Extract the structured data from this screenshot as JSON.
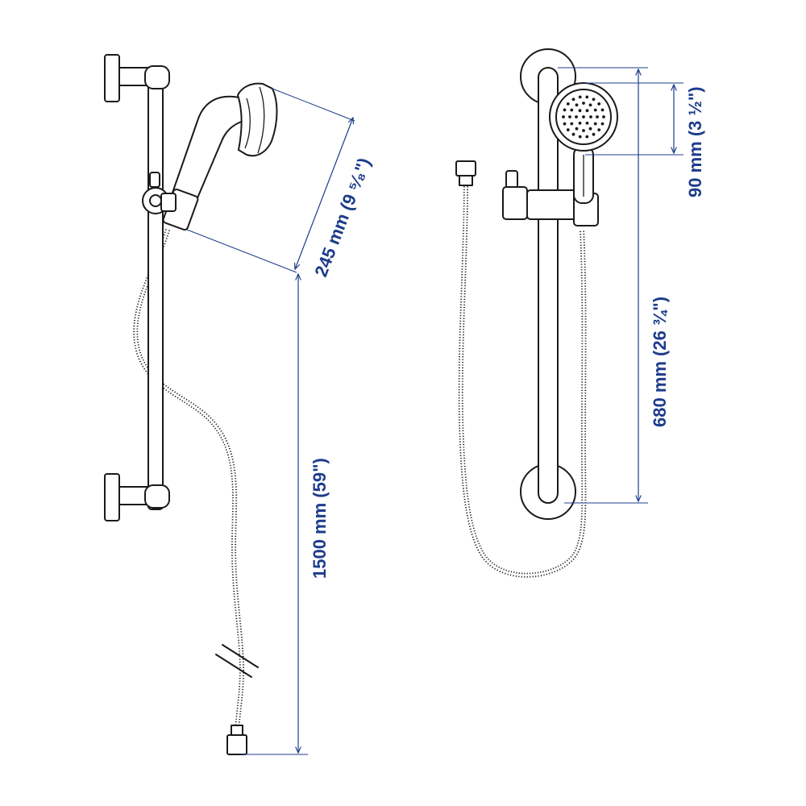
{
  "dimensions": {
    "hose_length": "1500 mm (59\")",
    "head_length": "245 mm (9 ⁵⁄₈\")",
    "rail_height": "680 mm (26 ¾\")",
    "head_diameter": "90 mm (3 ½\")"
  },
  "colors": {
    "dimension": "#1e3c8c",
    "line": "#1a1a1a"
  }
}
